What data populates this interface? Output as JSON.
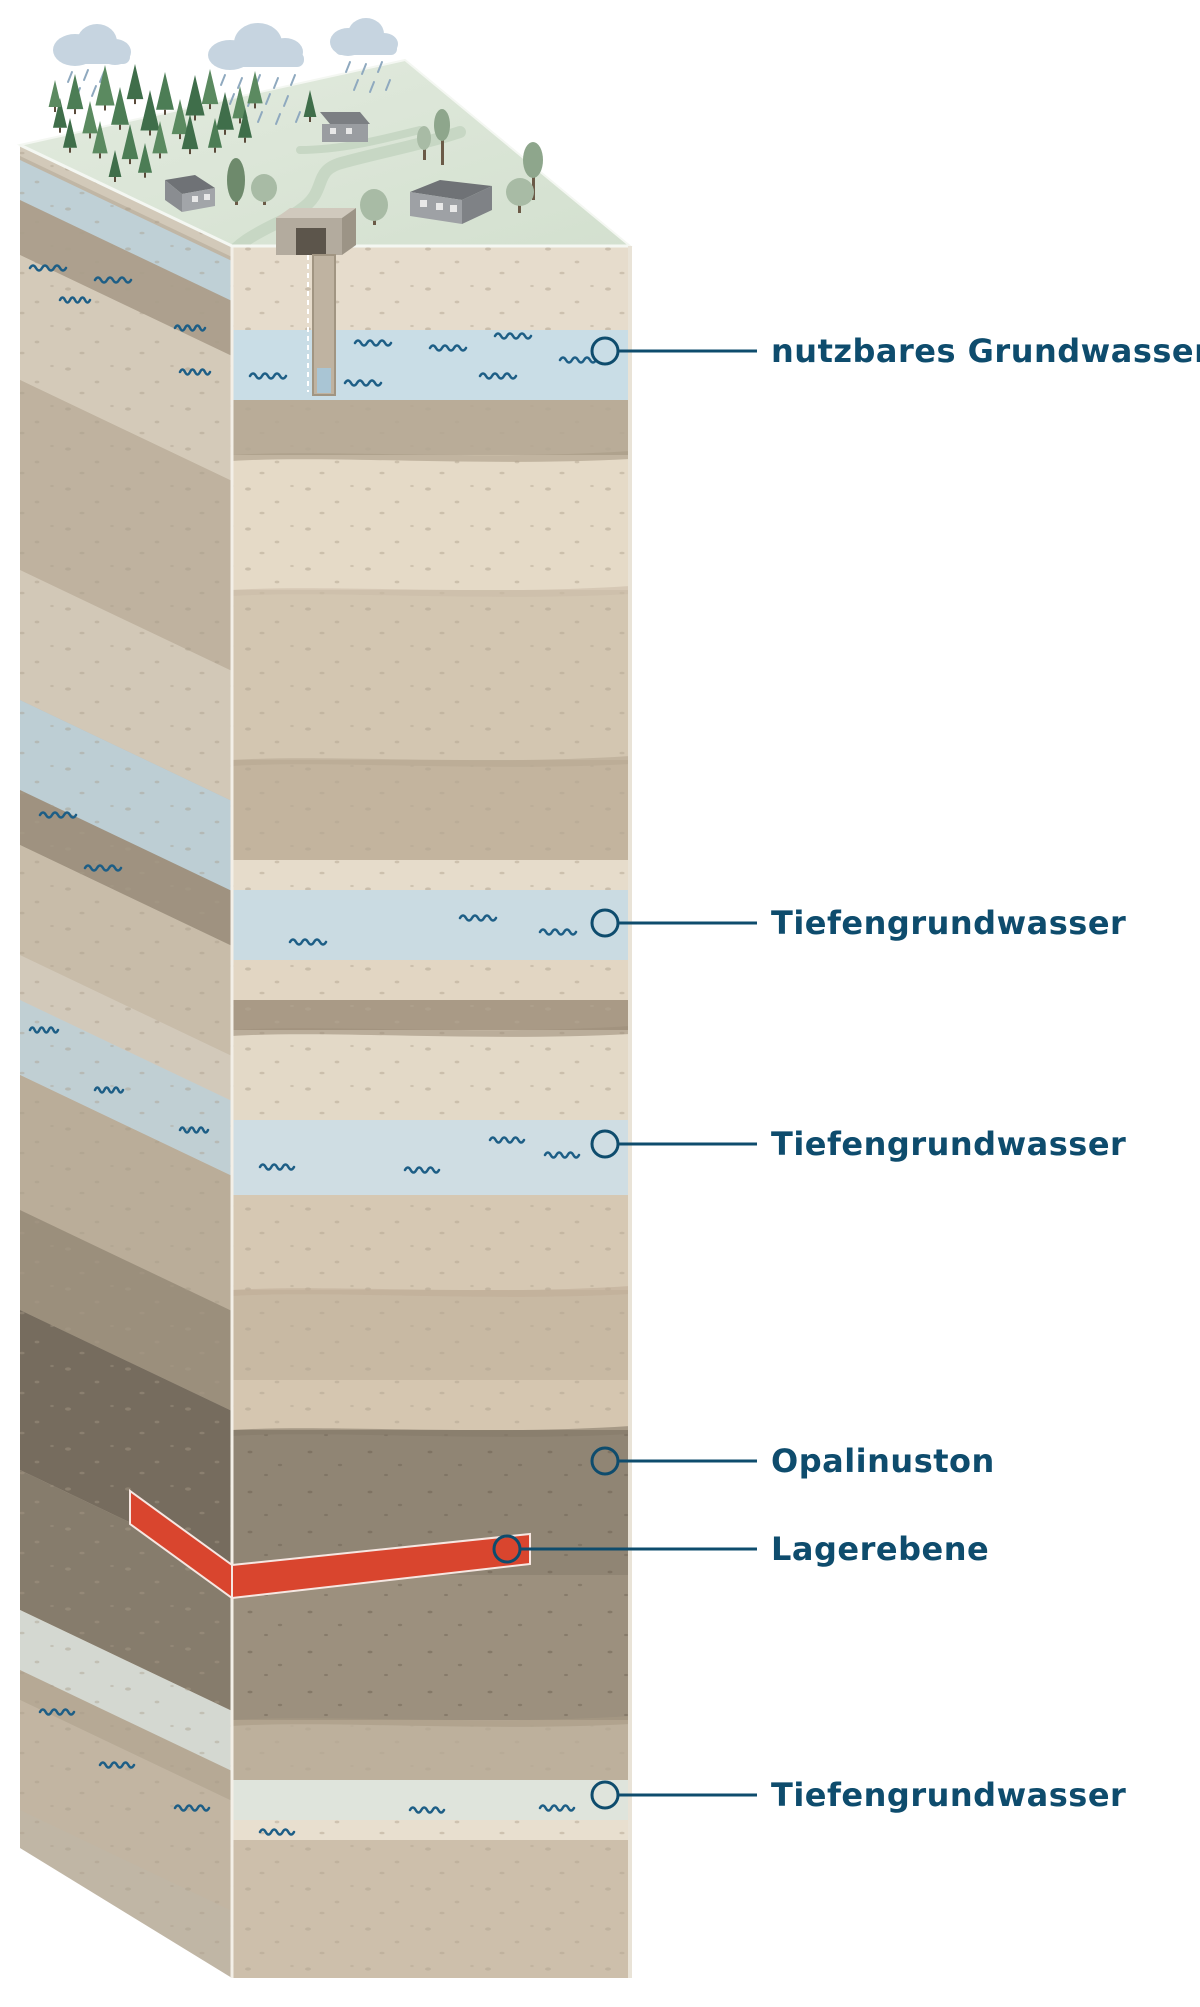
{
  "colors": {
    "accent": "#0e4c6d",
    "storage": "#d9452e",
    "grass": "#dbe6d6",
    "groundwater": "#c9dde6"
  },
  "labels": [
    {
      "id": "nutzbares-grundwasser",
      "text": "nutzbares Grundwasser"
    },
    {
      "id": "tiefengrundwasser-1",
      "text": "Tiefengrundwasser"
    },
    {
      "id": "tiefengrundwasser-2",
      "text": "Tiefengrundwasser"
    },
    {
      "id": "opalinuston",
      "text": "Opalinuston"
    },
    {
      "id": "lagerebene",
      "text": "Lagerebene"
    },
    {
      "id": "tiefengrundwasser-3",
      "text": "Tiefengrundwasser"
    }
  ]
}
